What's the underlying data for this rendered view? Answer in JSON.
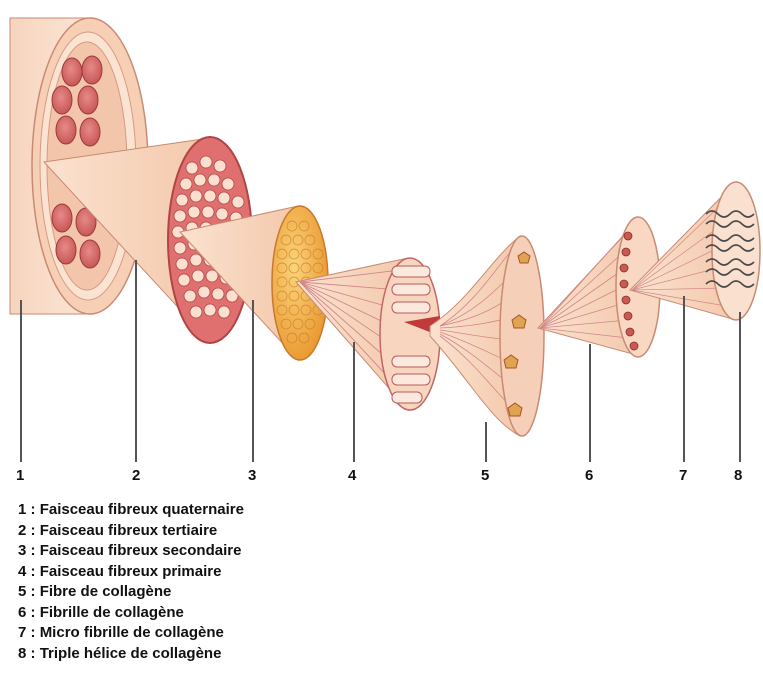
{
  "labels": [
    "1",
    "2",
    "3",
    "4",
    "5",
    "6",
    "7",
    "8"
  ],
  "legend": [
    {
      "num": "1",
      "text": "Faisceau fibreux quaternaire"
    },
    {
      "num": "2",
      "text": "Faisceau fibreux tertiaire"
    },
    {
      "num": "3",
      "text": "Faisceau fibreux secondaire"
    },
    {
      "num": "4",
      "text": "Faisceau fibreux primaire"
    },
    {
      "num": "5",
      "text": "Fibre de collagène"
    },
    {
      "num": "6",
      "text": "Fibrille de collagène"
    },
    {
      "num": "7",
      "text": "Micro fibrille de collagène"
    },
    {
      "num": "8",
      "text": "Triple hélice de collagène"
    }
  ],
  "colors": {
    "skin_light": "#f9dcc6",
    "skin_mid": "#f2bfa0",
    "outline": "#c98a73",
    "fascicle": "#d86a6a",
    "fascicle_dark": "#b14545",
    "honeycomb": "#f1b346",
    "leader": "#555555",
    "text": "#111111"
  }
}
